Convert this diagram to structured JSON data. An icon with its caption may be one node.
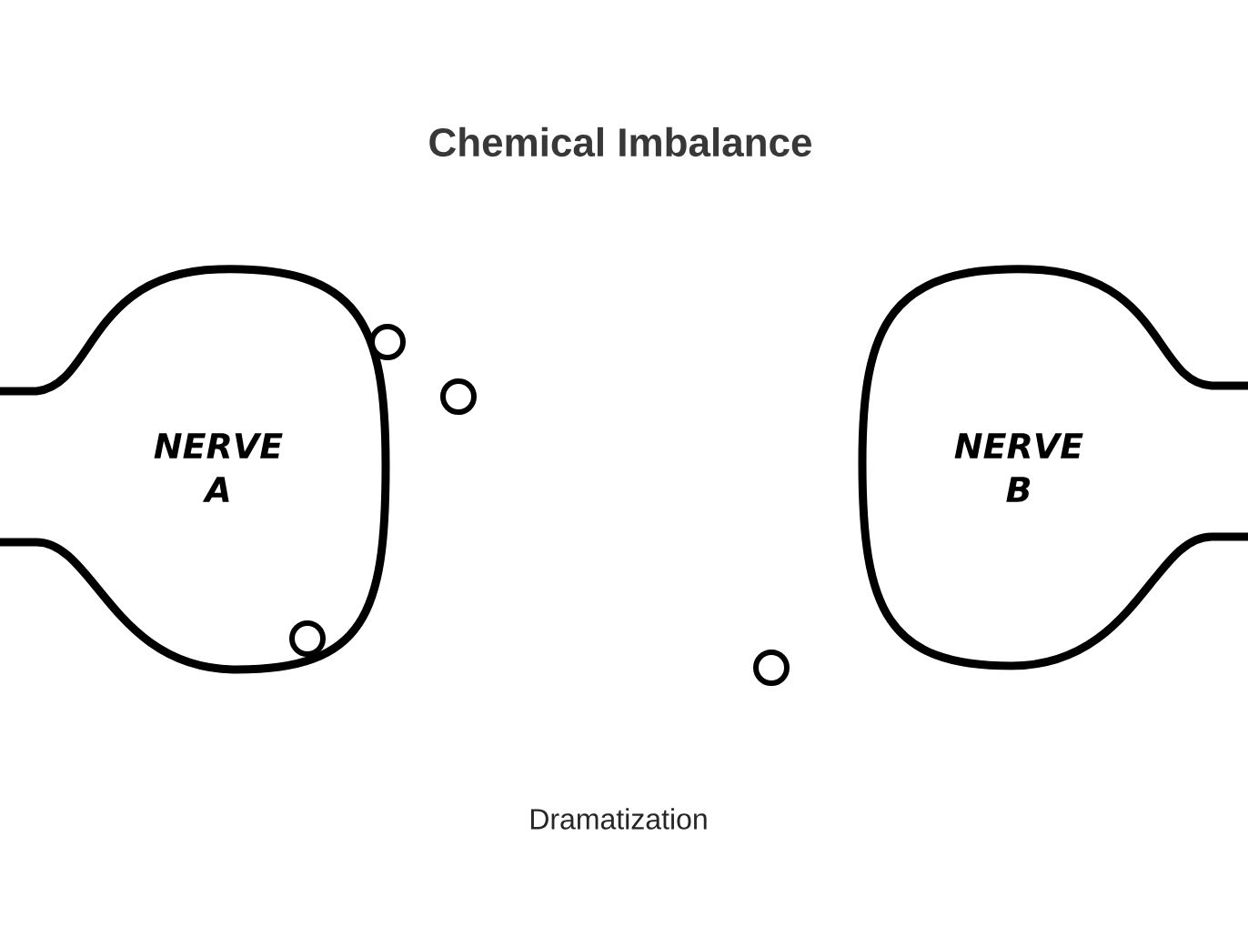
{
  "diagram": {
    "title": "Chemical Imbalance",
    "caption": "Dramatization",
    "nodes": [
      {
        "text": [
          "NERVE A"
        ]
      },
      {
        "text": [
          "NERVE B"
        ]
      }
    ]
  }
}
